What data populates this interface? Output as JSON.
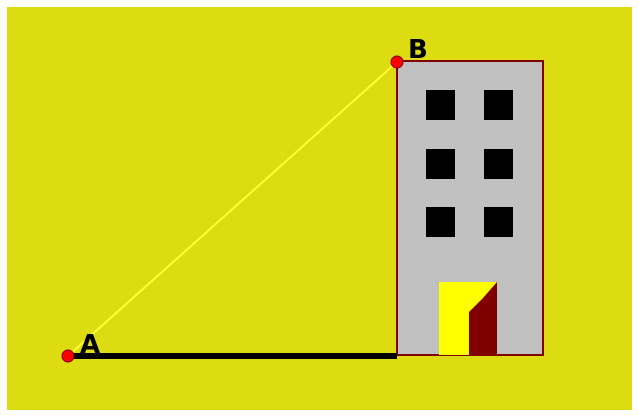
{
  "diagram": {
    "background_color": "#dcdc10",
    "frame_color": "#ffffff",
    "ground_line_color": "#000000",
    "sight_line_color": "#ffff33",
    "point_color": "#ff0000",
    "points": {
      "A": {
        "label": "A"
      },
      "B": {
        "label": "B"
      }
    },
    "building": {
      "wall_color": "#c0c0c0",
      "outline_color": "#800000",
      "window_color": "#000000",
      "door_color": "#ffff00",
      "door_open_color": "#800000",
      "window_rows": 3,
      "window_cols": 2
    }
  }
}
